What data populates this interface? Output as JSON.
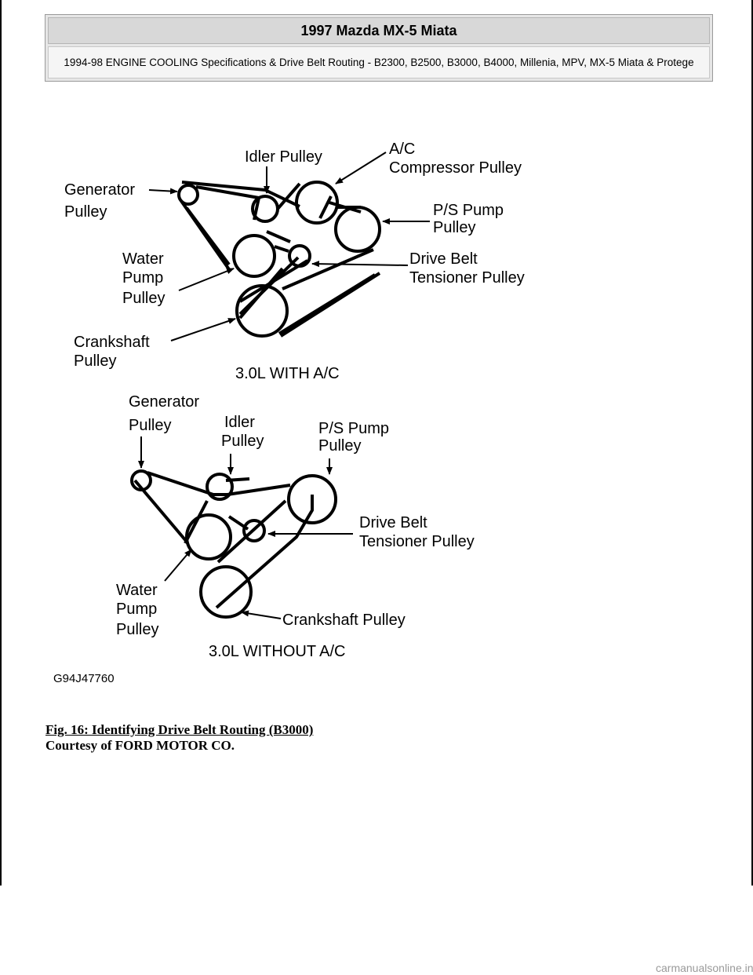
{
  "header": {
    "title": "1997 Mazda MX-5 Miata",
    "subtitle": "1994-98 ENGINE COOLING Specifications & Drive Belt Routing - B2300, B2500, B3000, B4000, Millenia, MPV, MX-5 Miata & Protege"
  },
  "diagram_top": {
    "caption": "3.0L WITH A/C",
    "labels": {
      "idler": "Idler Pulley",
      "ac_1": "A/C",
      "ac_2": "Compressor Pulley",
      "gen_1": "Generator",
      "gen_2": "Pulley",
      "ps_1": "P/S Pump",
      "ps_2": "Pulley",
      "water_1": "Water",
      "water_2": "Pump",
      "water_3": "Pulley",
      "tens_1": "Drive Belt",
      "tens_2": "Tensioner Pulley",
      "crank_1": "Crankshaft",
      "crank_2": "Pulley"
    }
  },
  "diagram_bottom": {
    "caption": "3.0L WITHOUT A/C",
    "labels": {
      "gen_1": "Generator",
      "gen_2": "Pulley",
      "idler_1": "Idler",
      "idler_2": "Pulley",
      "ps_1": "P/S Pump",
      "ps_2": "Pulley",
      "tens_1": "Drive Belt",
      "tens_2": "Tensioner Pulley",
      "water_1": "Water",
      "water_2": "Pump",
      "water_3": "Pulley",
      "crank": "Crankshaft Pulley"
    }
  },
  "figure_code": "G94J47760",
  "caption": {
    "fig": "Fig. 16: Identifying Drive Belt Routing (B3000)",
    "courtesy": "Courtesy of FORD MOTOR CO."
  },
  "watermark": "carmanualsonline.info"
}
